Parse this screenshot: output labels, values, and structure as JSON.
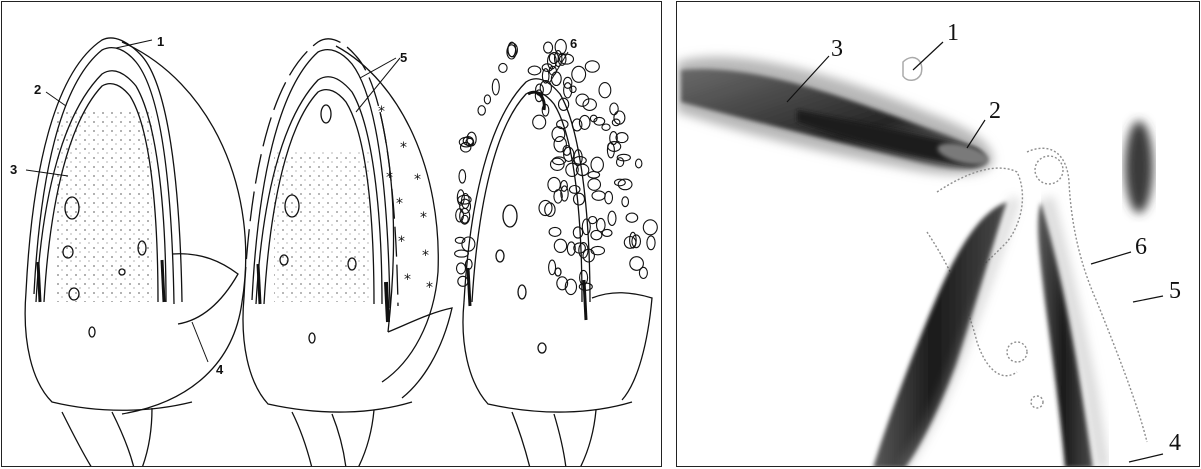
{
  "left_panel": {
    "labels": {
      "l1": "1",
      "l2": "2",
      "l3": "3",
      "l4": "4",
      "l5": "5",
      "l6": "6"
    }
  },
  "right_panel": {
    "labels": {
      "r1": "1",
      "r2": "2",
      "r3": "3",
      "r4": "4",
      "r5": "5",
      "r6": "6"
    }
  },
  "colors": {
    "line": "#111111",
    "spine_dark": "#1a1a1a",
    "haze": "#9a9a9a"
  }
}
